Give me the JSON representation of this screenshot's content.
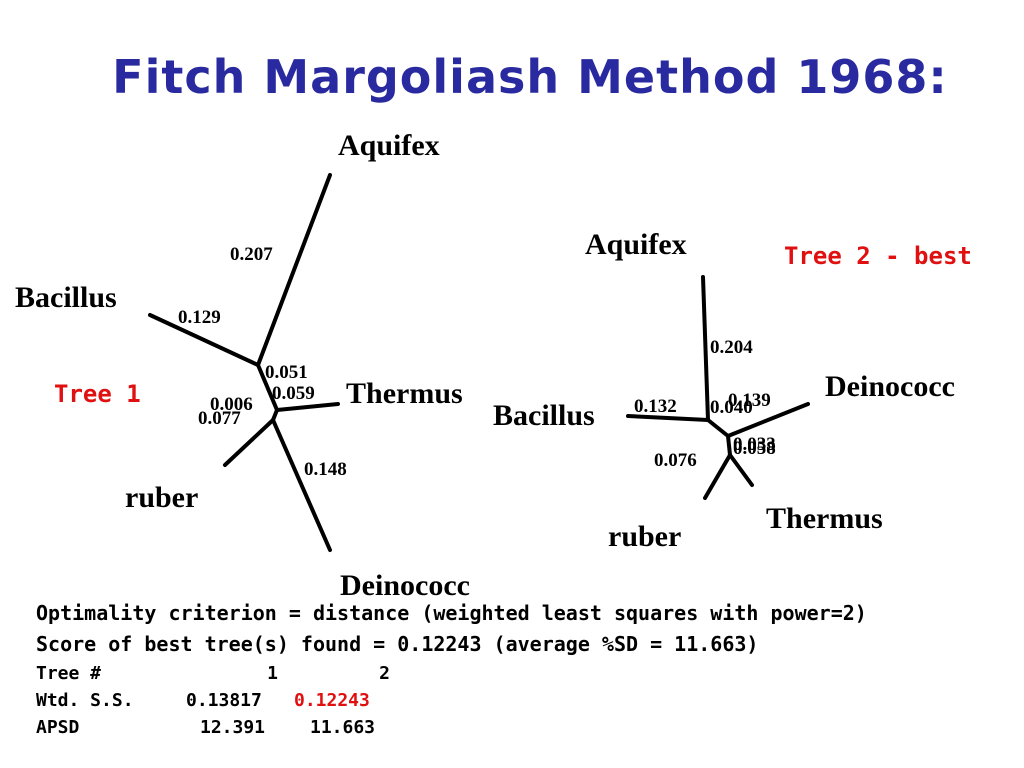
{
  "title": "Fitch Margoliash Method 1968:",
  "tree1": {
    "label": "Tree 1",
    "taxa": {
      "aquifex": "Aquifex",
      "bacillus": "Bacillus",
      "thermus": "Thermus",
      "ruber": "ruber",
      "deinococc": "Deinococc"
    },
    "branch_lengths": {
      "aquifex": "0.207",
      "bacillus": "0.129",
      "internal_upper": "0.051",
      "thermus": "0.059",
      "internal_lower": "0.006",
      "ruber": "0.077",
      "deinococc": "0.148"
    }
  },
  "tree2": {
    "label": "Tree 2 - best",
    "taxa": {
      "aquifex": "Aquifex",
      "bacillus": "Bacillus",
      "deinococc": "Deinococc",
      "ruber": "ruber",
      "thermus": "Thermus"
    },
    "branch_lengths": {
      "aquifex": "0.204",
      "bacillus": "0.132",
      "internal_a": "0.040",
      "deinococc": "0.139",
      "ruber": "0.076",
      "internal_b": "0.033",
      "thermus": "0.058"
    }
  },
  "stats": {
    "line1": "Optimality criterion = distance (weighted least squares with power=2)",
    "line2": "Score of best tree(s) found = 0.12243 (average %SD = 11.663)",
    "tree_row_label": "Tree #",
    "tree_row_values": [
      "1",
      "2"
    ],
    "wss_label": "Wtd. S.S.",
    "wss_values": [
      "0.13817",
      "0.12243"
    ],
    "apsd_label": "APSD",
    "apsd_values": [
      "12.391",
      "11.663"
    ]
  }
}
